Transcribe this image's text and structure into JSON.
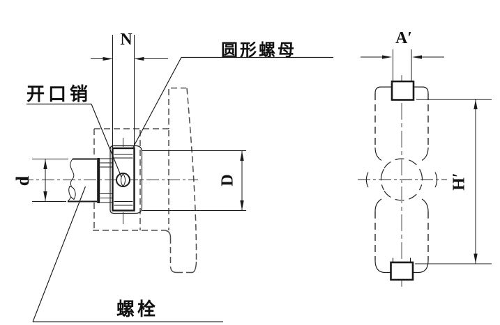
{
  "drawing": {
    "type": "mechanical-assembly-drawing",
    "labels": {
      "cotter_pin": "开口销",
      "round_nut": "圆形螺母",
      "bolt": "螺栓"
    },
    "dimensions": {
      "nut_width": "N",
      "pin_head_width": "A′",
      "bolt_diameter": "d",
      "nut_outer_diameter": "D",
      "pin_span": "H′"
    },
    "colors": {
      "line": "#1a1a1a",
      "hidden_line": "#4d4d4d",
      "centerline_gray": "#9a9a9a",
      "background": "#ffffff"
    }
  }
}
